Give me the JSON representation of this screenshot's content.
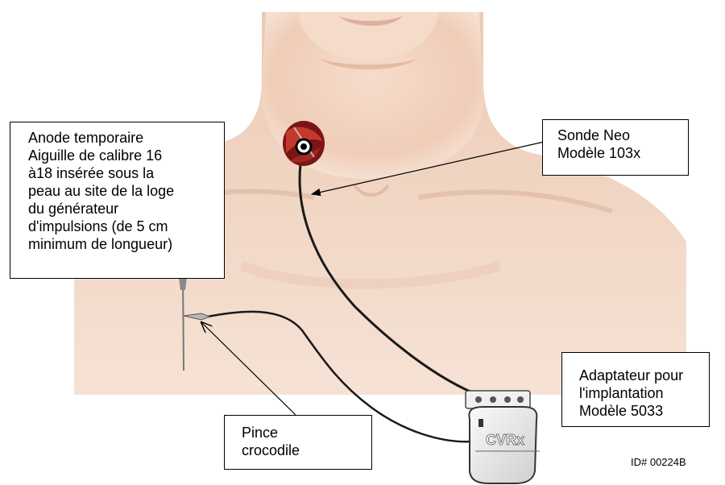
{
  "labels": {
    "anode": [
      "Anode temporaire",
      "Aiguille de calibre 16",
      "à18 insérée sous la",
      "peau au site de la loge",
      "du générateur",
      "d'impulsions (de 5 cm",
      "minimum de longueur)"
    ],
    "sonde": [
      "Sonde Neo",
      "Modèle 103x"
    ],
    "adaptateur": [
      "Adaptateur pour",
      "l'implantation",
      "Modèle 5033"
    ],
    "pince": [
      "Pince",
      "crocodile"
    ]
  },
  "device_logo": "CVRx",
  "image_id": "ID# 00224B",
  "colors": {
    "skin": "#f2d3c0",
    "skin_shadow": "#dcae95",
    "artery": "#b42323",
    "lead": "#1a1a1a",
    "device": "#f4f4f4"
  }
}
